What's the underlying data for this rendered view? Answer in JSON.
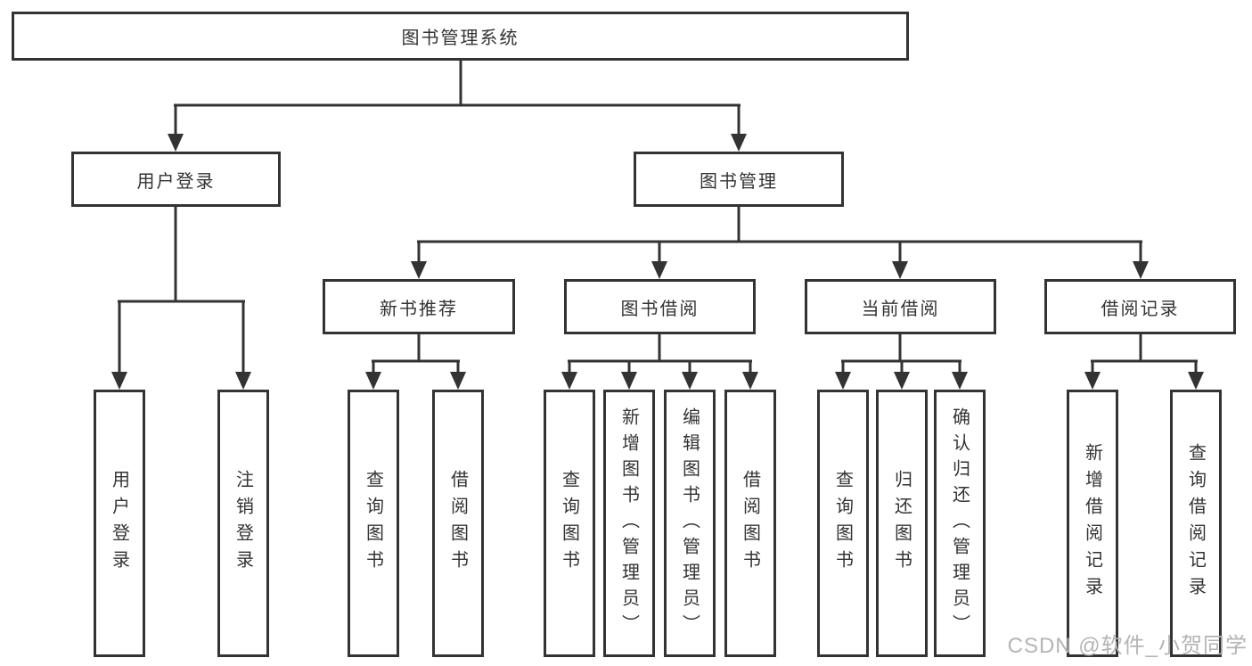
{
  "colors": {
    "line": "#333333",
    "text": "#333333",
    "watermark": "#b4b4b4",
    "background": "#ffffff"
  },
  "tree": {
    "root": "图书管理系统",
    "branches": [
      {
        "label": "用户登录",
        "leaves": [
          "用户登录",
          "注销登录"
        ]
      },
      {
        "label": "图书管理",
        "groups": [
          {
            "label": "新书推荐",
            "leaves": [
              "查询图书",
              "借阅图书"
            ]
          },
          {
            "label": "图书借阅",
            "leaves": [
              "查询图书",
              "新增图书（管理员）",
              "编辑图书（管理员）",
              "借阅图书"
            ]
          },
          {
            "label": "当前借阅",
            "leaves": [
              "查询图书",
              "归还图书",
              "确认归还（管理员）"
            ]
          },
          {
            "label": "借阅记录",
            "leaves": [
              "新增借阅记录",
              "查询借阅记录"
            ]
          }
        ]
      }
    ]
  },
  "watermark": "CSDN @软件_小贺同学"
}
